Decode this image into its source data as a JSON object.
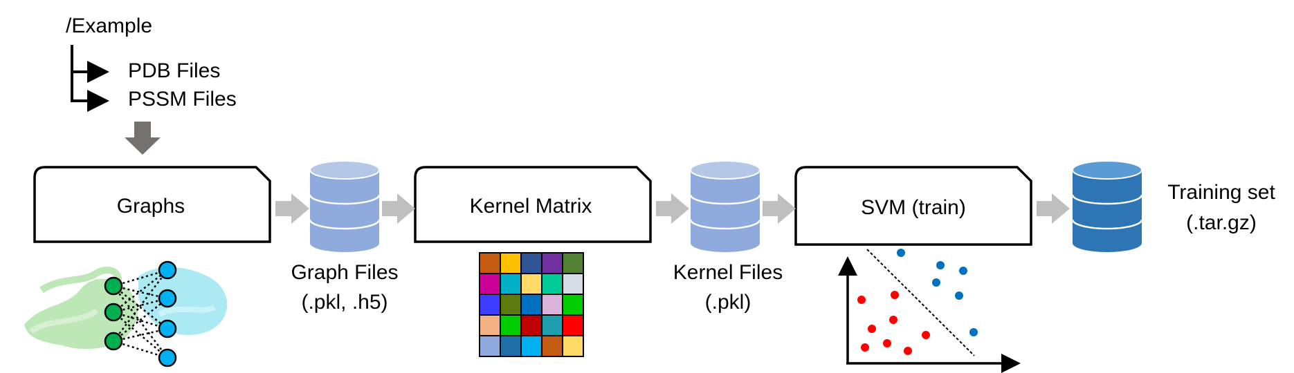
{
  "tree": {
    "root": "/Example",
    "children": [
      "PDB Files",
      "PSSM Files"
    ]
  },
  "stages": [
    {
      "label": "Graphs"
    },
    {
      "label": "Kernel Matrix"
    },
    {
      "label": "SVM (train)"
    }
  ],
  "outputs": [
    {
      "line1": "Graph Files",
      "line2": "(.pkl, .h5)"
    },
    {
      "line1": "Kernel Files",
      "line2": "(.pkl)"
    },
    {
      "line1": "Training set",
      "line2": "(.tar.gz)"
    }
  ],
  "colors": {
    "database_light": "#8faadc",
    "database_light_top": "#b4c7e7",
    "database_dark": "#2e75b6",
    "database_dark_top": "#5b9bd5",
    "flow_arrow": "#bfbfbf",
    "down_arrow": "#767171",
    "node_green": "#00b050",
    "node_cyan": "#00b0f0",
    "protein_green": "#a9dfa0",
    "protein_cyan": "#8fe3ee",
    "svm_red": "#ff0000",
    "svm_blue": "#0070c0"
  },
  "kernel_matrix_colors": [
    [
      "#c55a11",
      "#ffc000",
      "#2f5597",
      "#7030a0",
      "#548235"
    ],
    [
      "#cc0099",
      "#00b0c8",
      "#ffd966",
      "#00cc99",
      "#d6dce5"
    ],
    [
      "#3d3dff",
      "#5b7b0f",
      "#0070c0",
      "#d9b3d9",
      "#00cc00"
    ],
    [
      "#f4b183",
      "#00cc00",
      "#c00000",
      "#1f9eb0",
      "#ff0000"
    ],
    [
      "#8faadc",
      "#1f6fa8",
      "#00b0f0",
      "#c55a11",
      "#ffd966"
    ]
  ],
  "icons": [
    "tree-branch-arrow-icon",
    "down-arrow-icon",
    "flow-arrow-icon",
    "database-icon",
    "graph-network-icon",
    "kernel-matrix-icon",
    "svm-scatter-icon"
  ]
}
